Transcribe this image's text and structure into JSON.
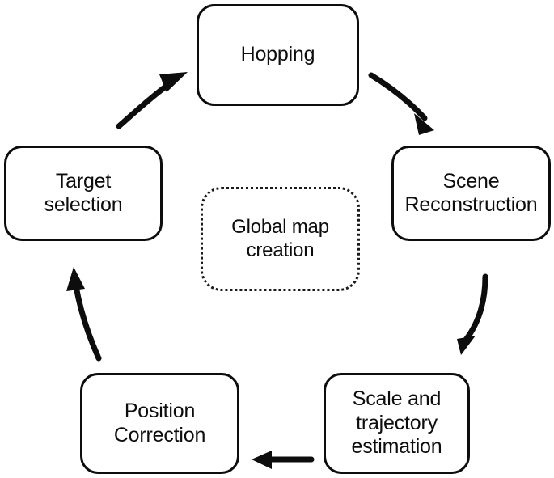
{
  "diagram": {
    "type": "cyclic-process-flow",
    "title": "",
    "background_color": "#ffffff",
    "node_border_color": "#0d0d0d",
    "arrow_color": "#0d0d0d",
    "nodes": [
      {
        "id": "hopping",
        "label": "Hopping",
        "border_style": "solid",
        "position": "top"
      },
      {
        "id": "scene",
        "label": "Scene\nReconstruction",
        "border_style": "solid",
        "position": "right"
      },
      {
        "id": "scale",
        "label": "Scale and\ntrajectory\nestimation",
        "border_style": "solid",
        "position": "bottom-right"
      },
      {
        "id": "position",
        "label": "Position\nCorrection",
        "border_style": "solid",
        "position": "bottom-left"
      },
      {
        "id": "target",
        "label": "Target\nselection",
        "border_style": "solid",
        "position": "left"
      },
      {
        "id": "global",
        "label": "Global map\ncreation",
        "border_style": "dotted",
        "position": "center"
      }
    ],
    "edges": [
      {
        "id": "edge-hopping-scene",
        "from": "hopping",
        "to": "scene",
        "style": "curved-arrow",
        "direction": "down-right"
      },
      {
        "id": "edge-scene-scale",
        "from": "scene",
        "to": "scale",
        "style": "curved-arrow",
        "direction": "down"
      },
      {
        "id": "edge-scale-position",
        "from": "scale",
        "to": "position",
        "style": "straight-arrow",
        "direction": "left"
      },
      {
        "id": "edge-position-target",
        "from": "position",
        "to": "target",
        "style": "curved-arrow",
        "direction": "up"
      },
      {
        "id": "edge-target-hopping",
        "from": "target",
        "to": "hopping",
        "style": "curved-arrow",
        "direction": "up-right"
      }
    ]
  }
}
